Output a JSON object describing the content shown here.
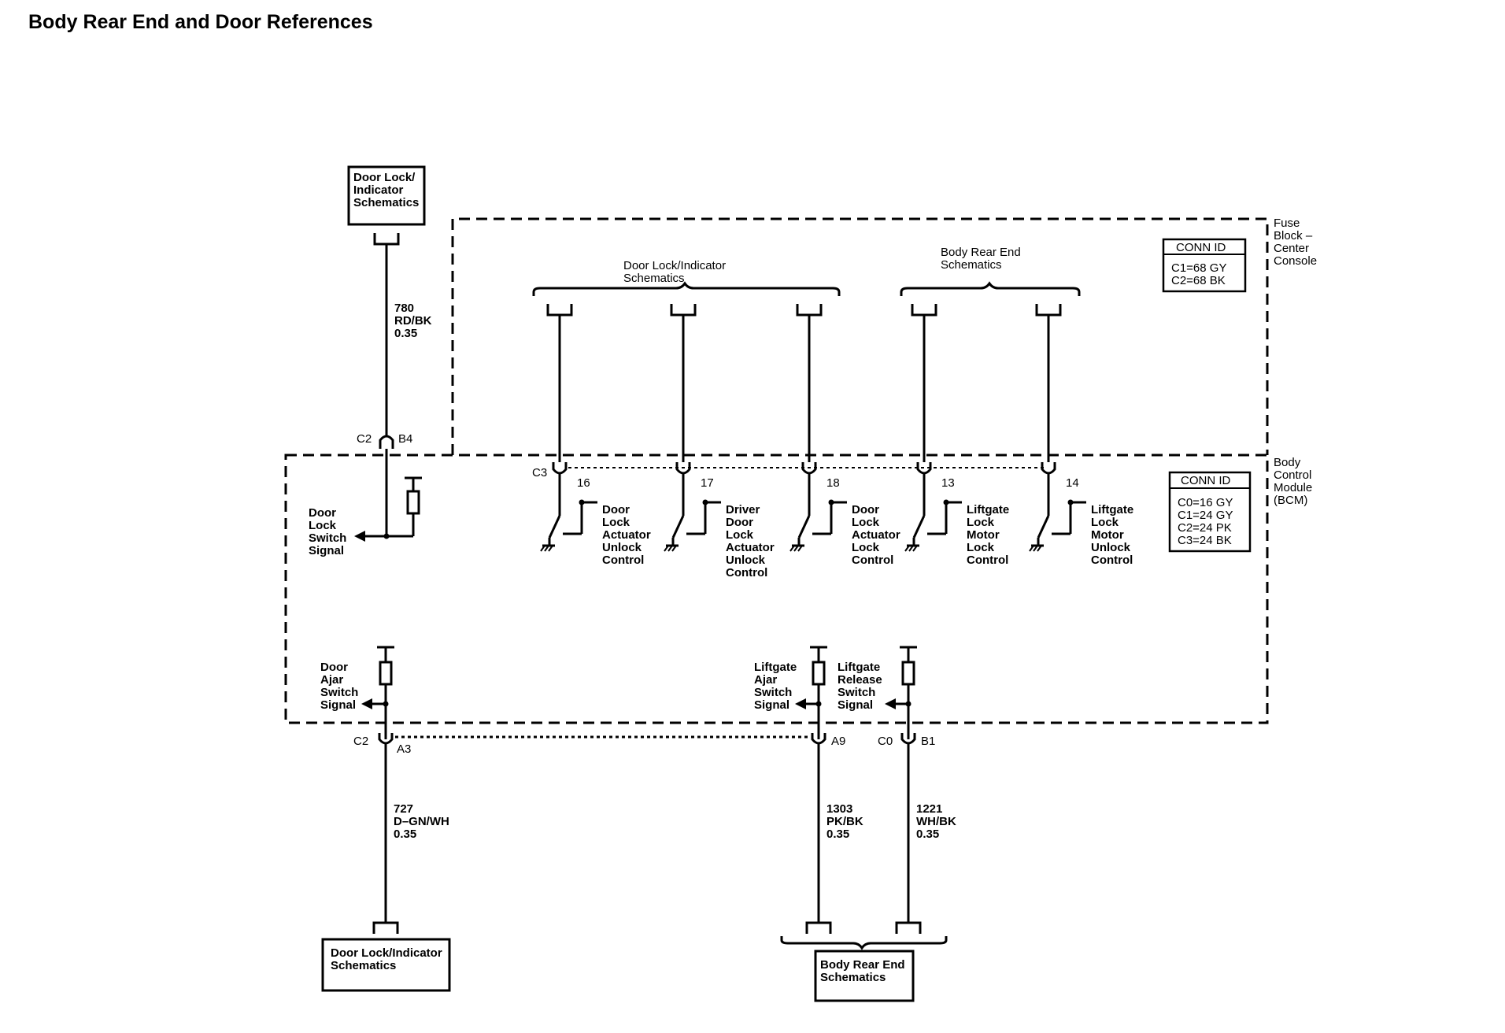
{
  "title": "Body Rear End and Door References",
  "fuse_block": {
    "label": [
      "Fuse",
      "Block –",
      "Center",
      "Console"
    ],
    "conn_id": {
      "header": "CONN ID",
      "lines": [
        "C1=68 GY",
        "C2=68 BK"
      ]
    }
  },
  "bcm": {
    "label": [
      "Body",
      "Control",
      "Module",
      "(BCM)"
    ],
    "conn_id": {
      "header": "CONN ID",
      "lines": [
        "C0=16 GY",
        "C1=24 GY",
        "C2=24 PK",
        "C3=24 BK"
      ]
    }
  },
  "references": {
    "top_left": [
      "Door Lock/",
      "Indicator",
      "Schematics"
    ],
    "door_lock_group": [
      "Door Lock/Indicator",
      "Schematics"
    ],
    "body_rear_group": [
      "Body Rear End",
      "Schematics"
    ],
    "bottom_left": [
      "Door Lock/Indicator",
      "Schematics"
    ],
    "bottom_right": [
      "Body Rear End",
      "Schematics"
    ]
  },
  "wires": {
    "w780": [
      "780",
      "RD/BK",
      "0.35"
    ],
    "w727": [
      "727",
      "D–GN/WH",
      "0.35"
    ],
    "w1303": [
      "1303",
      "PK/BK",
      "0.35"
    ],
    "w1221": [
      "1221",
      "WH/BK",
      "0.35"
    ]
  },
  "connectors": {
    "c2_top": "C2",
    "b4": "B4",
    "c3": "C3",
    "c2_bottom": "C2",
    "a3": "A3",
    "a9": "A9",
    "c0": "C0",
    "b1": "B1"
  },
  "outputs": [
    {
      "pin": "16",
      "label": [
        "Door",
        "Lock",
        "Actuator",
        "Unlock",
        "Control"
      ]
    },
    {
      "pin": "17",
      "label": [
        "Driver",
        "Door",
        "Lock",
        "Actuator",
        "Unlock",
        "Control"
      ]
    },
    {
      "pin": "18",
      "label": [
        "Door",
        "Lock",
        "Actuator",
        "Lock",
        "Control"
      ]
    },
    {
      "pin": "13",
      "label": [
        "Liftgate",
        "Lock",
        "Motor",
        "Lock",
        "Control"
      ]
    },
    {
      "pin": "14",
      "label": [
        "Liftgate",
        "Lock",
        "Motor",
        "Unlock",
        "Control"
      ]
    }
  ],
  "inputs": {
    "door_lock_switch": [
      "Door",
      "Lock",
      "Switch",
      "Signal"
    ],
    "door_ajar_switch": [
      "Door",
      "Ajar",
      "Switch",
      "Signal"
    ],
    "liftgate_ajar_switch": [
      "Liftgate",
      "Ajar",
      "Switch",
      "Signal"
    ],
    "liftgate_release_switch": [
      "Liftgate",
      "Release",
      "Switch",
      "Signal"
    ]
  }
}
